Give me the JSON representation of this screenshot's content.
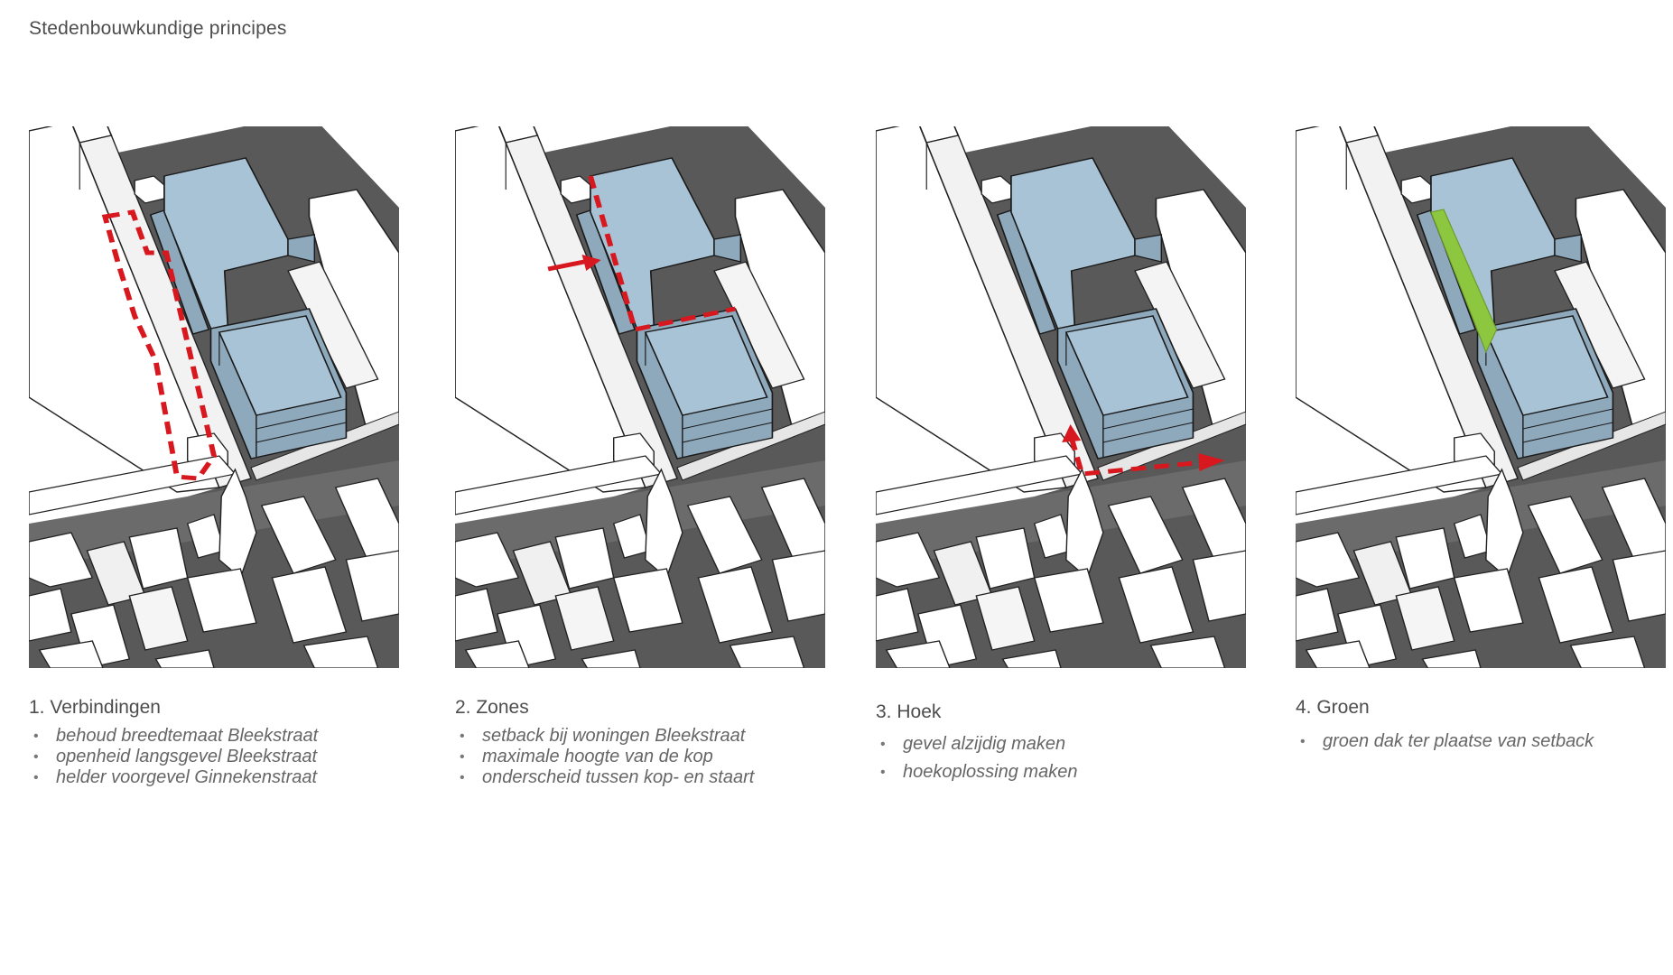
{
  "page": {
    "title": "Stedenbouwkundige principes"
  },
  "colors": {
    "shadow": "#595959",
    "building": "#ffffff",
    "block_roof": "#a9c3d6",
    "block_side": "#8ea9bc",
    "marker_red": "#d7181e",
    "green_roof": "#8dc63f",
    "text": "#4d4d4d"
  },
  "panels": [
    {
      "number": "1.",
      "heading": "1. Verbindingen",
      "marker": "dashed-red-outline",
      "bullets": [
        "behoud breedtemaat Bleekstraat",
        "openheid langsgevel Bleekstraat",
        "helder voorgevel Ginnekenstraat"
      ]
    },
    {
      "number": "2.",
      "heading": "2. Zones",
      "marker": "dashed-red-line-with-arrow",
      "bullets": [
        "setback bij woningen Bleekstraat",
        "maximale hoogte van de kop",
        "onderscheid tussen kop- en staart"
      ]
    },
    {
      "number": "3.",
      "heading": "3. Hoek",
      "marker": "dashed-red-corner-arrows",
      "bullets": [
        "gevel alzijdig maken",
        "hoekoplossing maken"
      ]
    },
    {
      "number": "4.",
      "heading": "4. Groen",
      "marker": "green-roof-strip",
      "bullets": [
        "groen dak ter plaatse van setback"
      ]
    }
  ]
}
